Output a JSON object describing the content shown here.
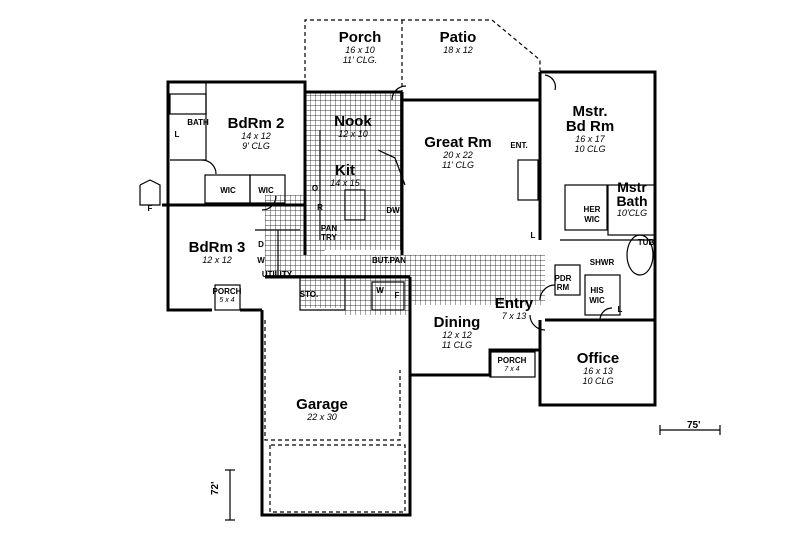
{
  "rooms": {
    "porch_rear": {
      "name": "Porch",
      "dims": "16 x 10",
      "clg": "11' CLG."
    },
    "patio": {
      "name": "Patio",
      "dims": "18 x 12"
    },
    "bedroom2": {
      "name": "BdRm 2",
      "dims": "14 x 12",
      "clg": "9' CLG"
    },
    "nook": {
      "name": "Nook",
      "dims": "12 x 10"
    },
    "great_room": {
      "name": "Great Rm",
      "dims": "20 x 22",
      "clg": "11' CLG"
    },
    "master_bedroom": {
      "name": "Mstr.",
      "name2": "Bd Rm",
      "dims": "16 x 17",
      "clg": "10 CLG"
    },
    "kitchen": {
      "name": "Kit",
      "dims": "14 x 15"
    },
    "master_bath": {
      "name": "Mstr",
      "name2": "Bath",
      "clg": "10'CLG"
    },
    "bedroom3": {
      "name": "BdRm 3",
      "dims": "12 x 12"
    },
    "porch_side": {
      "name": "PORCH",
      "dims": "5 x 4"
    },
    "dining": {
      "name": "Dining",
      "dims": "12 x 12",
      "clg": "11 CLG"
    },
    "entry": {
      "name": "Entry",
      "dims": "7 x 13"
    },
    "office": {
      "name": "Office",
      "dims": "16 x 13",
      "clg": "10 CLG"
    },
    "porch_front": {
      "name": "PORCH",
      "dims": "7 x 4"
    },
    "garage": {
      "name": "Garage",
      "dims": "22 x 30"
    }
  },
  "fixtures": {
    "bath": "BATH",
    "wic": "WIC",
    "pantry1": "PAN",
    "pantry2": "TRY",
    "butler_pantry": "BUT.PAN",
    "utility": "UTILITY",
    "storage": "STO.",
    "washer": "W",
    "dryer": "D",
    "fridge": "F",
    "dishwasher": "DW",
    "oven": "O",
    "refrigerator": "R",
    "linen": "L",
    "ent": "ENT.",
    "her_wic": "HER",
    "his_wic": "HIS",
    "shower": "SHWR",
    "tub": "TUB",
    "powder1": "PDR",
    "powder2": "RM"
  },
  "dimensions": {
    "width": "75'",
    "depth": "72'"
  }
}
